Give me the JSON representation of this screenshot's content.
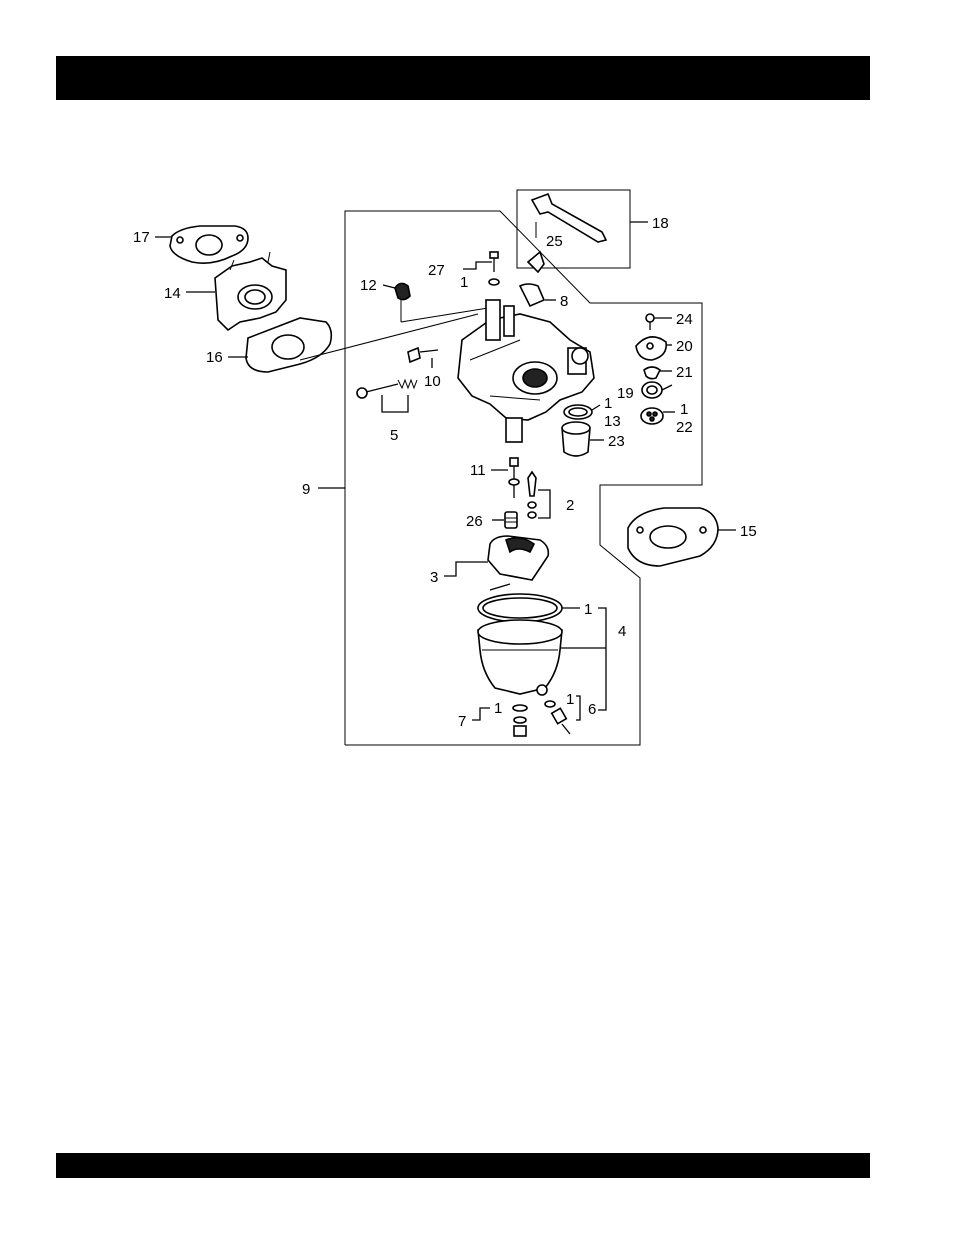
{
  "header_bar": {
    "color": "#000000"
  },
  "footer_bar": {
    "color": "#000000"
  },
  "diagram": {
    "callouts": [
      {
        "key": "c17",
        "text": "17"
      },
      {
        "key": "c14",
        "text": "14"
      },
      {
        "key": "c16",
        "text": "16"
      },
      {
        "key": "c27",
        "text": "27"
      },
      {
        "key": "c1a",
        "text": "1"
      },
      {
        "key": "c12",
        "text": "12"
      },
      {
        "key": "c8",
        "text": "8"
      },
      {
        "key": "c25",
        "text": "25"
      },
      {
        "key": "c18",
        "text": "18"
      },
      {
        "key": "c24",
        "text": "24"
      },
      {
        "key": "c20",
        "text": "20"
      },
      {
        "key": "c21",
        "text": "21"
      },
      {
        "key": "c19",
        "text": "19"
      },
      {
        "key": "c1b",
        "text": "1"
      },
      {
        "key": "c22",
        "text": "22"
      },
      {
        "key": "c1c",
        "text": "1"
      },
      {
        "key": "c13",
        "text": "13"
      },
      {
        "key": "c23",
        "text": "23"
      },
      {
        "key": "c10",
        "text": "10"
      },
      {
        "key": "c5",
        "text": "5"
      },
      {
        "key": "c9",
        "text": "9"
      },
      {
        "key": "c11",
        "text": "11"
      },
      {
        "key": "c2",
        "text": "2"
      },
      {
        "key": "c26",
        "text": "26"
      },
      {
        "key": "c15",
        "text": "15"
      },
      {
        "key": "c3",
        "text": "3"
      },
      {
        "key": "c1d",
        "text": "1"
      },
      {
        "key": "c4",
        "text": "4"
      },
      {
        "key": "c1e",
        "text": "1"
      },
      {
        "key": "c6",
        "text": "6"
      },
      {
        "key": "c7",
        "text": "7"
      },
      {
        "key": "c1f",
        "text": "1"
      }
    ]
  }
}
